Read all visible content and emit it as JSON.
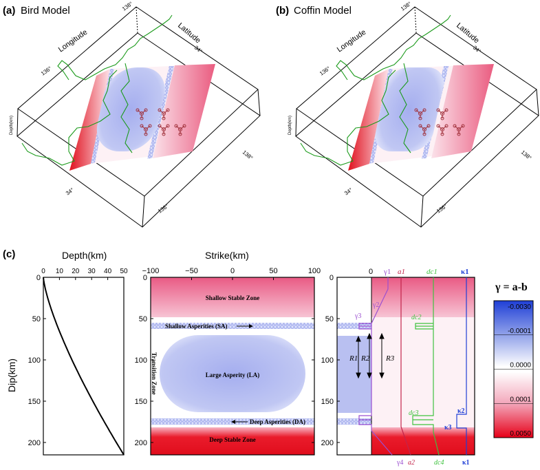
{
  "panel_a": {
    "tag": "(a)",
    "title": "Bird Model",
    "longitude": "Longitude",
    "latitude": "Latitude",
    "tick_136_top": "136°",
    "tick_138_top": "138°",
    "tick_34_top": "34°",
    "tick_138_right": "138°",
    "tick_34_bottom": "34°",
    "tick_136_bottom": "136°",
    "depth": "Depth(km)"
  },
  "panel_b": {
    "tag": "(b)",
    "title": "Coffin Model",
    "longitude": "Longitude",
    "latitude": "Latitude",
    "tick_136_top": "136°",
    "tick_138_top": "138°",
    "tick_34_top": "34°",
    "tick_138_right": "138°",
    "tick_34_bottom": "34°",
    "tick_136_bottom": "136°",
    "depth": "Depth(km)"
  },
  "panel_c": {
    "tag": "(c)",
    "depth_plot": {
      "xlabel": "Depth(km)",
      "ylabel": "Dip(km)",
      "xticks": [
        "0",
        "10",
        "20",
        "30",
        "40",
        "50"
      ],
      "yticks": [
        "0",
        "50",
        "100",
        "150",
        "200"
      ]
    },
    "strike_plot": {
      "xlabel": "Strike(km)",
      "xticks": [
        "−100",
        "−50",
        "0",
        "50",
        "100"
      ],
      "yticks": [
        "0",
        "50",
        "100",
        "150",
        "200"
      ],
      "shallow_stable": "Shallow Stable Zone",
      "shallow_asperities": "Shallow Asperities (SA)",
      "large_asperity": "Large Asperity (LA)",
      "transition_zone": "Transition Zone",
      "deep_asperities": "Deep Asperities (DA)",
      "deep_stable": "Deep Stable Zone"
    },
    "param_plot": {
      "yticks": [
        "0",
        "50",
        "100",
        "150",
        "200"
      ],
      "top_zero": "0",
      "gamma1": "γ1",
      "a1": "a1",
      "dc1": "dc1",
      "kappa1_top": "κ1",
      "gamma2": "γ2",
      "gamma3": "γ3",
      "dc2": "dc2",
      "r1": "R1",
      "r2": "R2",
      "r3": "R3",
      "kappa2": "κ2",
      "kappa3": "κ3",
      "dc3": "dc3",
      "gamma4": "γ4",
      "a2": "a2",
      "dc4": "dc4",
      "kappa1_bottom": "κ1"
    },
    "colorbar": {
      "title": "γ = a-b",
      "ticks": [
        "-0.0030",
        "-0.0001",
        "0.0000",
        "0.0001",
        "0.0050"
      ]
    }
  },
  "colors": {
    "coast": "#1a9a1a",
    "stable": "#e8204a",
    "asperity": "#9fa8ec",
    "gamma_line": "#9b4fd0",
    "a_line": "#c2244a",
    "dc_line": "#3fc23f",
    "kappa_line": "#1f3fd6"
  }
}
